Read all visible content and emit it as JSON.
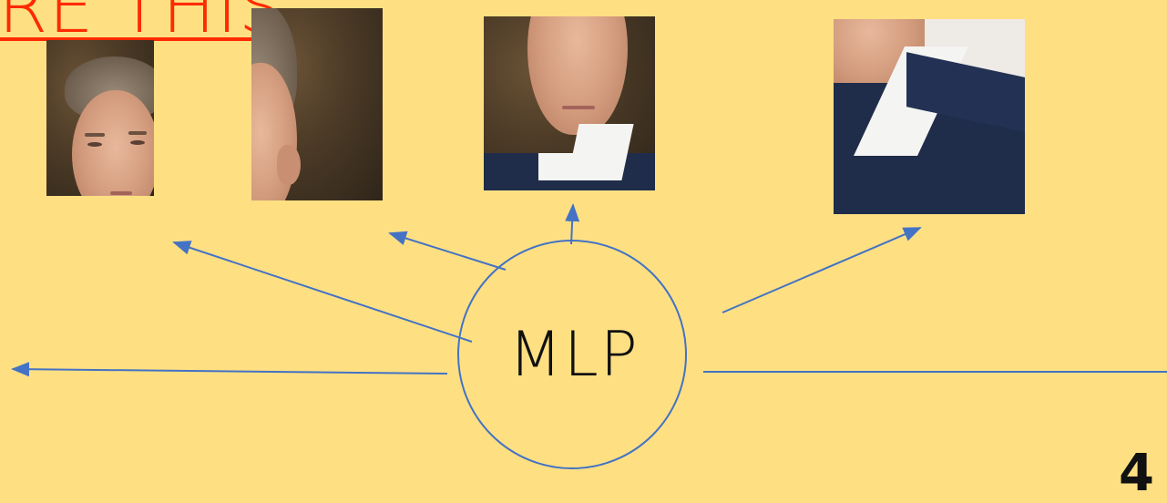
{
  "title": "RE THIS",
  "mlp": {
    "label": "MLP"
  },
  "colors": {
    "background": "#fee083",
    "arrow": "#4472c4",
    "title": "#fe2a00"
  },
  "photos": [
    {
      "name": "portrait-photo-1",
      "content": "face-closeup"
    },
    {
      "name": "portrait-photo-2",
      "content": "side-of-head"
    },
    {
      "name": "portrait-photo-3",
      "content": "chin-and-collar"
    },
    {
      "name": "portrait-photo-4",
      "content": "collar-and-sweater"
    }
  ],
  "corner_text": "4"
}
